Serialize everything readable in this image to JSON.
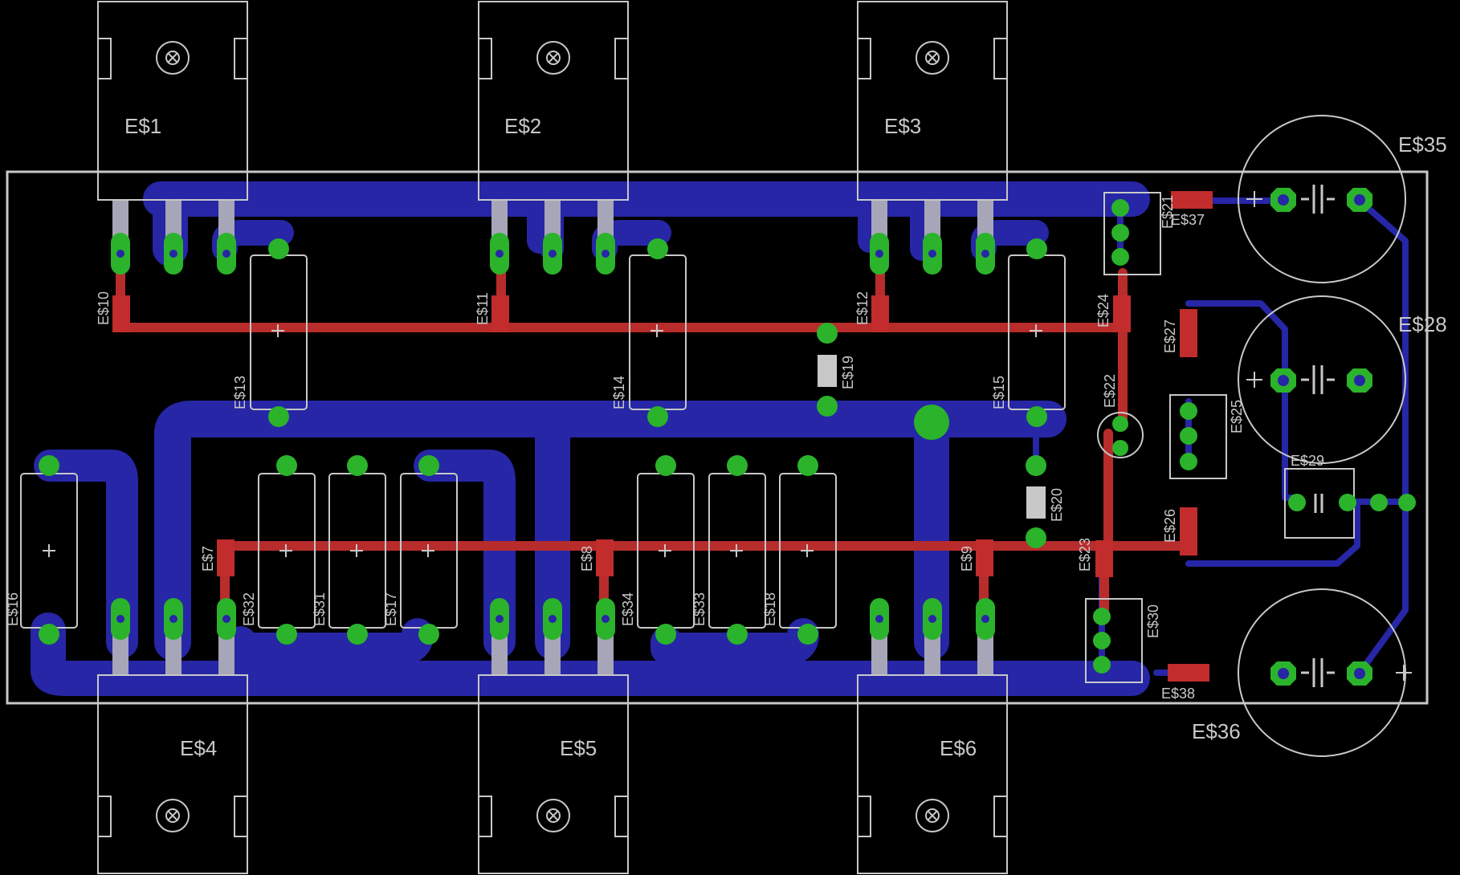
{
  "colors": {
    "background": "#000000",
    "board_outline": "#c8c8c8",
    "silk": "#c8c8c8",
    "bottom_copper": "#2626a6",
    "top_copper": "#b82c2c",
    "pad": "#2bb32b",
    "smd": "#c22c2c",
    "leg": "#a6a6b8"
  },
  "labels": {
    "e1": "E$1",
    "e2": "E$2",
    "e3": "E$3",
    "e4": "E$4",
    "e5": "E$5",
    "e6": "E$6",
    "e7": "E$7",
    "e8": "E$8",
    "e9": "E$9",
    "e10": "E$10",
    "e11": "E$11",
    "e12": "E$12",
    "e13": "E$13",
    "e14": "E$14",
    "e15": "E$15",
    "e16": "E$16",
    "e17": "E$17",
    "e18": "E$18",
    "e19": "E$19",
    "e20": "E$20",
    "e21": "E$21",
    "e22": "E$22",
    "e23": "E$23",
    "e24": "E$24",
    "e25": "E$25",
    "e26": "E$26",
    "e27": "E$27",
    "e28": "E$28",
    "e29": "E$29",
    "e30": "E$30",
    "e31": "E$31",
    "e32": "E$32",
    "e33": "E$33",
    "e34": "E$34",
    "e35": "E$35",
    "e36": "E$36",
    "e37": "E$37",
    "e38": "E$38"
  },
  "icons": {
    "mounting_hole": "mounting-hole-icon",
    "via": "via-icon",
    "plus": "plus-sign-icon"
  }
}
